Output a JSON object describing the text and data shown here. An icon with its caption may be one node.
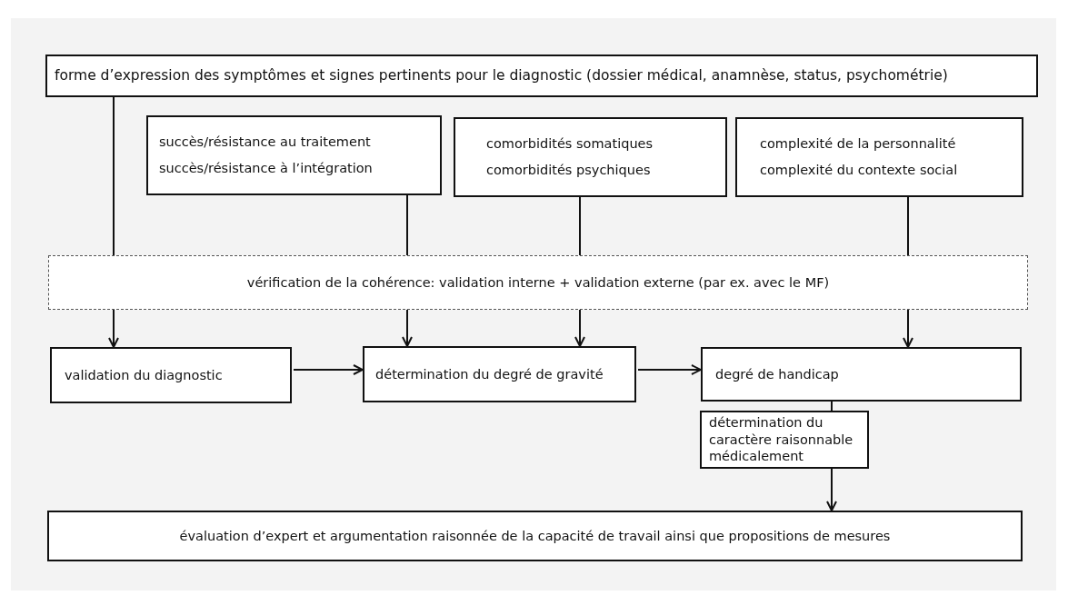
{
  "diagram": {
    "nodes": [
      {
        "text": [
          "forme d’expression des symptômes et signes pertinents pour le diagnostic (dossier médical, anamnèse, status, psychométrie)"
        ]
      },
      {
        "text": [
          "succès/résistance au traitement",
          "succès/résistance à l’intégration"
        ]
      },
      {
        "text": [
          "comorbidités somatiques",
          "comorbidités psychiques"
        ]
      },
      {
        "text": [
          "complexité de la personnalité",
          "complexité du contexte social"
        ]
      },
      {
        "text": [
          "vérification de la cohérence: validation interne + validation externe (par ex. avec le MF)"
        ]
      },
      {
        "text": [
          "validation du diagnostic"
        ]
      },
      {
        "text": [
          "détermination du degré de gravité"
        ]
      },
      {
        "text": [
          "degré de handicap"
        ]
      },
      {
        "text": [
          "détermination du caractère raisonnable médicalement"
        ]
      },
      {
        "text": [
          "évaluation d’expert et argumentation raisonnée de la capacité de travail ainsi que propositions de mesures"
        ]
      }
    ],
    "edges": [
      {
        "from": 0,
        "to": 4,
        "arrow": "none"
      },
      {
        "from": 1,
        "to": 4,
        "arrow": "none"
      },
      {
        "from": 2,
        "to": 4,
        "arrow": "none"
      },
      {
        "from": 3,
        "to": 4,
        "arrow": "none"
      },
      {
        "from": 4,
        "to": 5,
        "arrow": "to"
      },
      {
        "from": 4,
        "to": 6,
        "arrow": "to"
      },
      {
        "from": 4,
        "to": 6,
        "arrow": "to"
      },
      {
        "from": 4,
        "to": 7,
        "arrow": "to"
      },
      {
        "from": 5,
        "to": 6,
        "arrow": "to"
      },
      {
        "from": 6,
        "to": 7,
        "arrow": "to"
      },
      {
        "from": 7,
        "to": 8,
        "arrow": "none"
      },
      {
        "from": 8,
        "to": 9,
        "arrow": "to"
      }
    ]
  }
}
